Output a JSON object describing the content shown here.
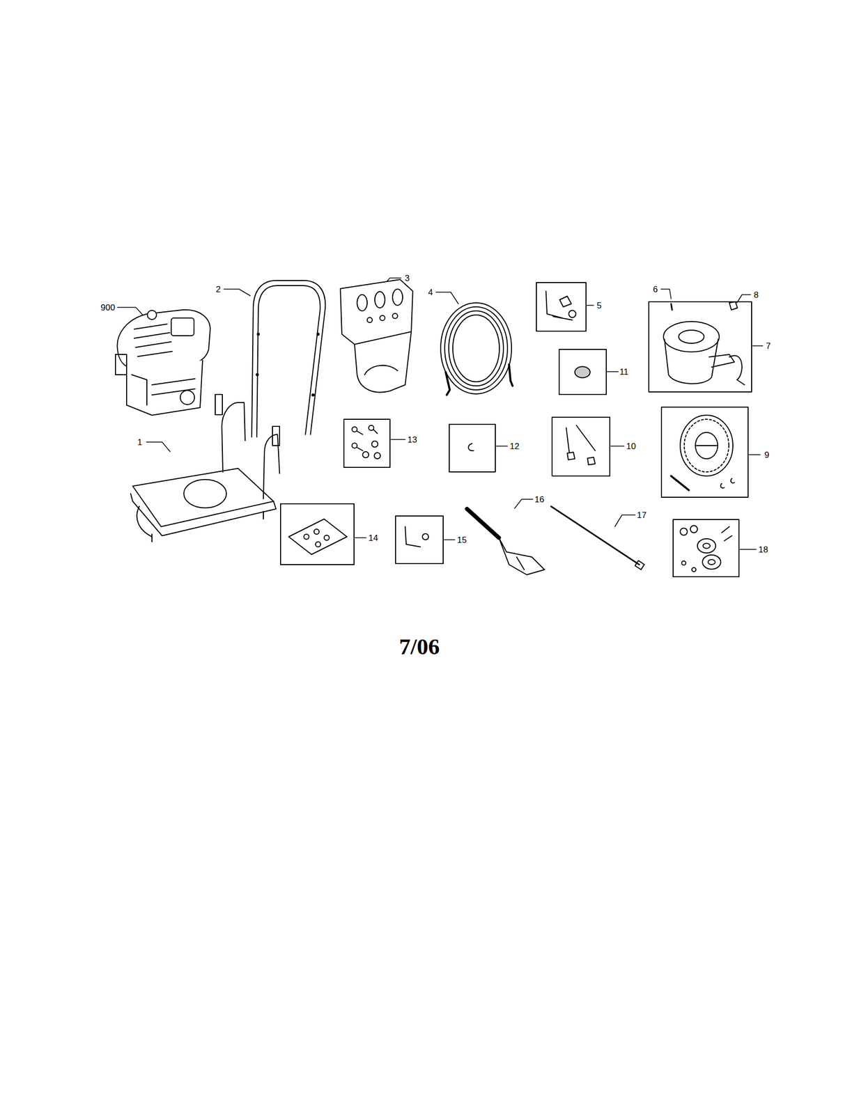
{
  "diagram": {
    "labels": [
      "900",
      "2",
      "3",
      "4",
      "5",
      "6",
      "8",
      "7",
      "11",
      "1",
      "13",
      "12",
      "10",
      "9",
      "14",
      "15",
      "16",
      "17",
      "18",
      "7/06"
    ]
  }
}
